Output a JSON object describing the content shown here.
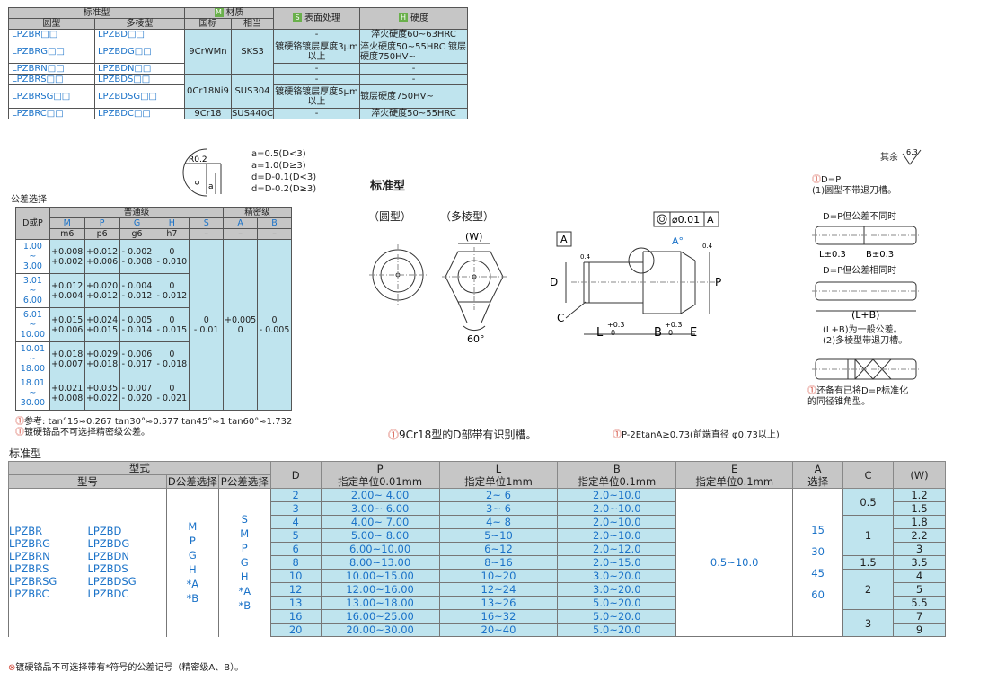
{
  "material_table": {
    "headers": {
      "std_type": "标准型",
      "round": "圆型",
      "multi": "多棱型",
      "material_badge": "M",
      "material": "材质",
      "gb": "国标",
      "equiv": "相当",
      "surface_badge": "S",
      "surface": "表面处理",
      "hardness_badge": "H",
      "hardness": "硬度"
    },
    "rows": [
      {
        "round": "LPZBR□□",
        "multi": "LPZBD□□",
        "surface": "-",
        "hardness": "淬火硬度60~63HRC"
      },
      {
        "round": "LPZBRG□□",
        "multi": "LPZBDG□□",
        "surface": "镀硬铬镀层厚度3μm以上",
        "hardness": "淬火硬度50~55HRC 镀层硬度750HV~"
      },
      {
        "round": "LPZBRN□□",
        "multi": "LPZBDN□□",
        "surface": "-",
        "hardness": "-"
      },
      {
        "round": "LPZBRS□□",
        "multi": "LPZBDS□□",
        "surface": "-",
        "hardness": "-"
      },
      {
        "round": "LPZBRSG□□",
        "multi": "LPZBDSG□□",
        "surface": "镀硬铬镀层厚度5μm以上",
        "hardness": "镀层硬度750HV~"
      },
      {
        "round": "LPZBRC□□",
        "multi": "LPZBDC□□",
        "surface": "-",
        "hardness": "淬火硬度50~55HRC"
      }
    ],
    "materials": [
      {
        "gb": "9CrWMn",
        "equiv": "SKS3"
      },
      {
        "gb": "0Cr18Ni9",
        "equiv": "SUS304"
      },
      {
        "gb": "9Cr18",
        "equiv": "SUS440C"
      }
    ]
  },
  "chamfer_notes": [
    "a=0.5(D<3)",
    "a=1.0(D≥3)",
    "d=D-0.1(D<3)",
    "d=D-0.2(D≥3)"
  ],
  "chamfer_labels": {
    "r": "R0.2",
    "d": "d",
    "a": "a"
  },
  "roughness": {
    "label": "其余",
    "value": "6.3"
  },
  "tolerance": {
    "title": "公差选择",
    "dp": "D或P",
    "normal": "普通级",
    "precise": "精密级",
    "letters": [
      "M",
      "P",
      "G",
      "H",
      "S",
      "A",
      "B"
    ],
    "grades": [
      "m6",
      "p6",
      "g6",
      "h7",
      "–",
      "–",
      "–"
    ],
    "rows": [
      {
        "range": [
          "1.00",
          "~",
          "3.00"
        ],
        "m6": [
          "+0.008",
          "+0.002"
        ],
        "p6": [
          "+0.012",
          "+0.006"
        ],
        "g6": [
          "- 0.002",
          "- 0.008"
        ],
        "h7": [
          "0",
          "- 0.010"
        ]
      },
      {
        "range": [
          "3.01",
          "~",
          "6.00"
        ],
        "m6": [
          "+0.012",
          "+0.004"
        ],
        "p6": [
          "+0.020",
          "+0.012"
        ],
        "g6": [
          "- 0.004",
          "- 0.012"
        ],
        "h7": [
          "0",
          "- 0.012"
        ]
      },
      {
        "range": [
          "6.01",
          "~",
          "10.00"
        ],
        "m6": [
          "+0.015",
          "+0.006"
        ],
        "p6": [
          "+0.024",
          "+0.015"
        ],
        "g6": [
          "- 0.005",
          "- 0.014"
        ],
        "h7": [
          "0",
          "- 0.015"
        ]
      },
      {
        "range": [
          "10.01",
          "~",
          "18.00"
        ],
        "m6": [
          "+0.018",
          "+0.007"
        ],
        "p6": [
          "+0.029",
          "+0.018"
        ],
        "g6": [
          "- 0.006",
          "- 0.017"
        ],
        "h7": [
          "0",
          "- 0.018"
        ]
      },
      {
        "range": [
          "18.01",
          "~",
          "30.00"
        ],
        "m6": [
          "+0.021",
          "+0.008"
        ],
        "p6": [
          "+0.035",
          "+0.022"
        ],
        "g6": [
          "- 0.007",
          "- 0.020"
        ],
        "h7": [
          "0",
          "- 0.021"
        ]
      }
    ],
    "s_col": [
      "0",
      "- 0.01"
    ],
    "a_col": [
      "+0.005",
      "0"
    ],
    "b_col": [
      "0",
      "- 0.005"
    ],
    "notes": [
      "参考: tan°15≈0.267 tan30°≈0.577 tan45°≈1 tan60°≈1.732",
      "镀硬铬品不可选择精密级公差。"
    ]
  },
  "drawing": {
    "title": "标准型",
    "round": "（圆型）",
    "multi": "（多棱型）",
    "w": "(W)",
    "angle": "60°",
    "datum": "A",
    "geo_tol": "0.01",
    "geo_datum": "A",
    "labels": {
      "d": "D",
      "p": "P",
      "c": "C",
      "l": "L",
      "b": "B",
      "e": "E",
      "a": "A°",
      "l_tol": [
        "+0.3",
        "0"
      ],
      "b_tol": [
        "+0.3",
        "0"
      ],
      "r04": "0.4"
    },
    "note": "9Cr18型的D部带有识别槽。",
    "formula": "P-2EtanA≥0.73(前端直径 φ0.73以上)"
  },
  "right_notes": {
    "dp": "D=P",
    "n1": "(1)圆型不带退刀槽。",
    "diff_tol": "D=P但公差不同时",
    "l_tol": "L±0.3",
    "b_tol": "B±0.3",
    "same_tol": "D=P但公差相同时",
    "lb": "(L+B)",
    "lb_note": "(L+B)为一般公差。",
    "n2": "(2)多棱型带退刀槽。",
    "n3": "还备有已将D=P标准化的同径锥角型。"
  },
  "spec": {
    "title": "标准型",
    "head_type": "型式",
    "head_model": "型号",
    "head_dtol": "D公差选择",
    "head_ptol": "P公差选择",
    "head_d": "D",
    "head_p": [
      "P",
      "指定单位0.01mm"
    ],
    "head_l": [
      "L",
      "指定单位1mm"
    ],
    "head_b": [
      "B",
      "指定单位0.1mm"
    ],
    "head_e": [
      "E",
      "指定单位0.1mm"
    ],
    "head_a": [
      "A",
      "选择"
    ],
    "head_c": "C",
    "head_w": "(W)",
    "models_round": [
      "LPZBR",
      "LPZBRG",
      "LPZBRN",
      "LPZBRS",
      "LPZBRSG",
      "LPZBRC"
    ],
    "models_multi": [
      "LPZBD",
      "LPZBDG",
      "LPZBDN",
      "LPZBDS",
      "LPZBDSG",
      "LPZBDC"
    ],
    "d_tols": [
      "M",
      "P",
      "G",
      "H",
      "*A",
      "*B"
    ],
    "p_tols": [
      "S",
      "M",
      "P",
      "G",
      "H",
      "*A",
      "*B"
    ],
    "rows": [
      {
        "d": "2",
        "p": "2.00~ 4.00",
        "l": "2~ 6",
        "b": "2.0~10.0",
        "w": "1.2"
      },
      {
        "d": "3",
        "p": "3.00~ 6.00",
        "l": "3~ 6",
        "b": "2.0~10.0",
        "w": "1.5"
      },
      {
        "d": "4",
        "p": "4.00~ 7.00",
        "l": "4~ 8",
        "b": "2.0~10.0",
        "w": "1.8"
      },
      {
        "d": "5",
        "p": "5.00~ 8.00",
        "l": "5~10",
        "b": "2.0~10.0",
        "w": "2.2"
      },
      {
        "d": "6",
        "p": "6.00~10.00",
        "l": "6~12",
        "b": "2.0~12.0",
        "w": "3"
      },
      {
        "d": "8",
        "p": "8.00~13.00",
        "l": "8~16",
        "b": "2.0~15.0",
        "w": "3.5"
      },
      {
        "d": "10",
        "p": "10.00~15.00",
        "l": "10~20",
        "b": "3.0~20.0",
        "w": "4"
      },
      {
        "d": "12",
        "p": "12.00~16.00",
        "l": "12~24",
        "b": "3.0~20.0",
        "w": "5"
      },
      {
        "d": "13",
        "p": "13.00~18.00",
        "l": "13~26",
        "b": "5.0~20.0",
        "w": "5.5"
      },
      {
        "d": "16",
        "p": "16.00~25.00",
        "l": "16~32",
        "b": "5.0~20.0",
        "w": "7"
      },
      {
        "d": "20",
        "p": "20.00~30.00",
        "l": "20~40",
        "b": "5.0~20.0",
        "w": "9"
      }
    ],
    "e_range": "0.5~10.0",
    "a_values": [
      "15",
      "30",
      "45",
      "60"
    ],
    "c_values": [
      "0.5",
      "1",
      "1.5",
      "2",
      "3"
    ],
    "footnote": "镀硬铬品不可选择带有*符号的公差记号（精密级A、B）。"
  }
}
